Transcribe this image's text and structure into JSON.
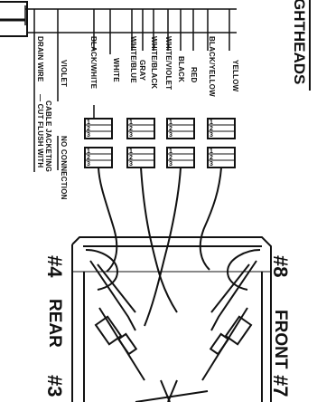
{
  "section_heading": "GHTHEADS",
  "front_label": "FRONT",
  "rear_label": "REAR",
  "lighthead_numbers": {
    "top_left": "#8",
    "top_right": "#7",
    "bottom_left": "#4",
    "bottom_right": "#3"
  },
  "left_wires": {
    "drain": "DRAIN WIRE",
    "drain_note_line1": "CUT FLUSH WITH",
    "drain_note_line2": "CABLE JACKETING",
    "violet": "VIOLET",
    "violet_note": "NO CONNECTION"
  },
  "connector_wires": [
    "BLACK/WHITE",
    "WHITE",
    "WHITE/BLUE",
    "GRAY",
    "WHITE/BLACK",
    "WHITE/VIOLET",
    "BLACK",
    "RED",
    "BLACK/YELLOW",
    "YELLOW"
  ],
  "pin_numbers": [
    "1",
    "2",
    "3"
  ]
}
